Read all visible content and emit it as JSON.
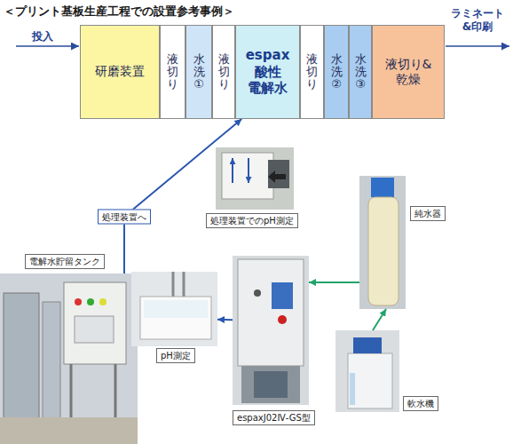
{
  "diagram": {
    "title": "＜プリント基板生産工程での設置参考事例＞",
    "nodes": [
      {
        "text": [
          "研磨装置"
        ]
      },
      {
        "text": [
          "液切り"
        ]
      },
      {
        "text": [
          "水洗①"
        ]
      },
      {
        "text": [
          "液切り"
        ]
      },
      {
        "text": [
          "espax 酸性 電解水"
        ]
      },
      {
        "text": [
          "液切り"
        ]
      },
      {
        "text": [
          "水洗②"
        ]
      },
      {
        "text": [
          "水洗③"
        ]
      },
      {
        "text": [
          "液切り& 乾燥"
        ]
      },
      {
        "text": [
          "処理装置でのpH測定"
        ]
      },
      {
        "text": [
          "電解水貯留タンク"
        ]
      },
      {
        "text": [
          "pH測定"
        ]
      },
      {
        "text": [
          "espaxJ02Ⅳ-GS型"
        ]
      },
      {
        "text": [
          "純水器"
        ]
      },
      {
        "text": [
          "軟水機"
        ]
      }
    ],
    "edges": [
      {
        "from": 10,
        "to": 4,
        "arrow": "to",
        "label": "処理装置へ"
      },
      {
        "from": 12,
        "to": 11,
        "arrow": "to"
      },
      {
        "from": 13,
        "to": 12,
        "arrow": "to"
      },
      {
        "from": 14,
        "to": 13,
        "arrow": "to"
      }
    ],
    "labels": [
      "投入",
      "ラミネート &印刷"
    ]
  }
}
